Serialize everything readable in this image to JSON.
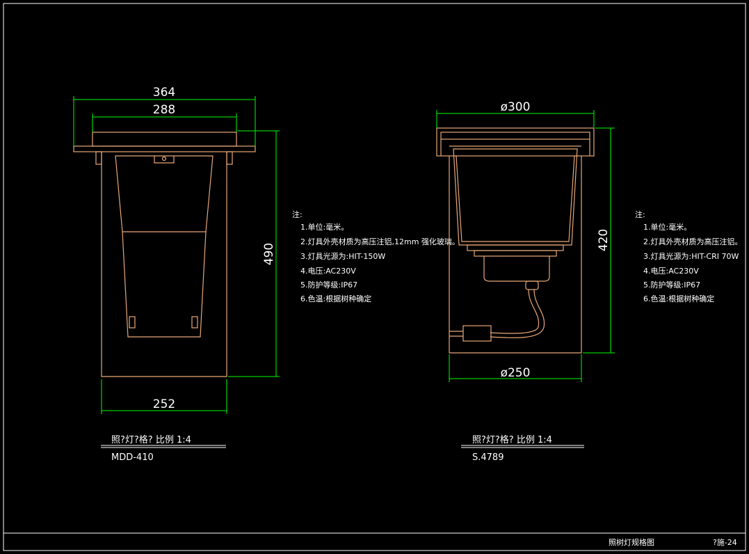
{
  "colors": {
    "background": "#000000",
    "frame": "#ffffff",
    "fixture_outline": "#e8a878",
    "dimension": "#00ff00",
    "text": "#ffffff"
  },
  "left_fixture": {
    "dim_top_outer": "364",
    "dim_top_inner": "288",
    "dim_height": "490",
    "dim_bottom": "252",
    "caption": "照?灯?格?   比例  1:4",
    "model": "MDD-410"
  },
  "right_fixture": {
    "dim_top": "ø300",
    "dim_height": "420",
    "dim_bottom": "ø250",
    "caption": "照?灯?格?   比例  1:4",
    "model": "S.4789"
  },
  "left_notes": {
    "heading": "注:",
    "items": [
      "1.单位:毫米。",
      "2.灯具外壳材质为高压注铝,12mm 强化玻璃。",
      "3.灯具光源为:HIT-150W",
      "4.电压:AC230V",
      "5.防护等级:IP67",
      "6.色温:根据树种确定"
    ]
  },
  "right_notes": {
    "heading": "注:",
    "items": [
      "1.单位:毫米。",
      "2.灯具外壳材质为高压注铝。",
      "3.灯具光源为:HIT-CRI 70W",
      "4.电压:AC230V",
      "5.防护等级:IP67",
      "6.色温:根据树种确定"
    ]
  },
  "title_block": {
    "title": "照树灯规格图",
    "sheet": "?施-24"
  }
}
